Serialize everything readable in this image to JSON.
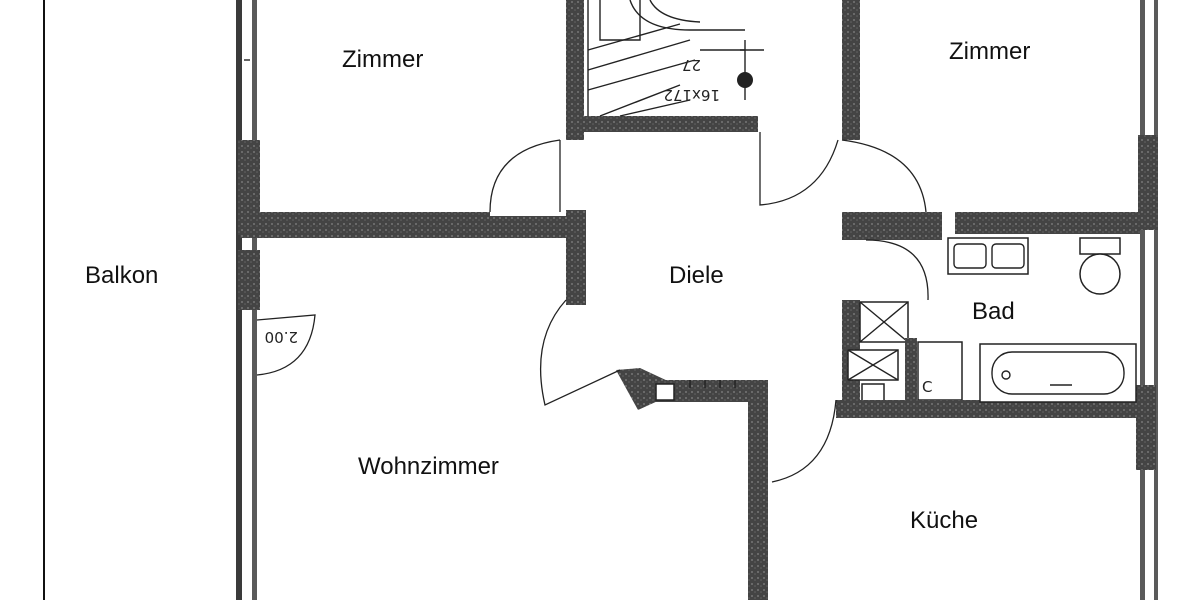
{
  "rooms": {
    "zimmer_left": "Zimmer",
    "zimmer_right": "Zimmer",
    "balkon": "Balkon",
    "diele": "Diele",
    "bad": "Bad",
    "wohnzimmer": "Wohnzimmer",
    "kueche": "Küche"
  },
  "annotations": {
    "stair_count": "16x172",
    "stair_number": "27",
    "window_mark": "2.00"
  },
  "colors": {
    "wall": "#3a3a3a",
    "background": "#ffffff"
  }
}
